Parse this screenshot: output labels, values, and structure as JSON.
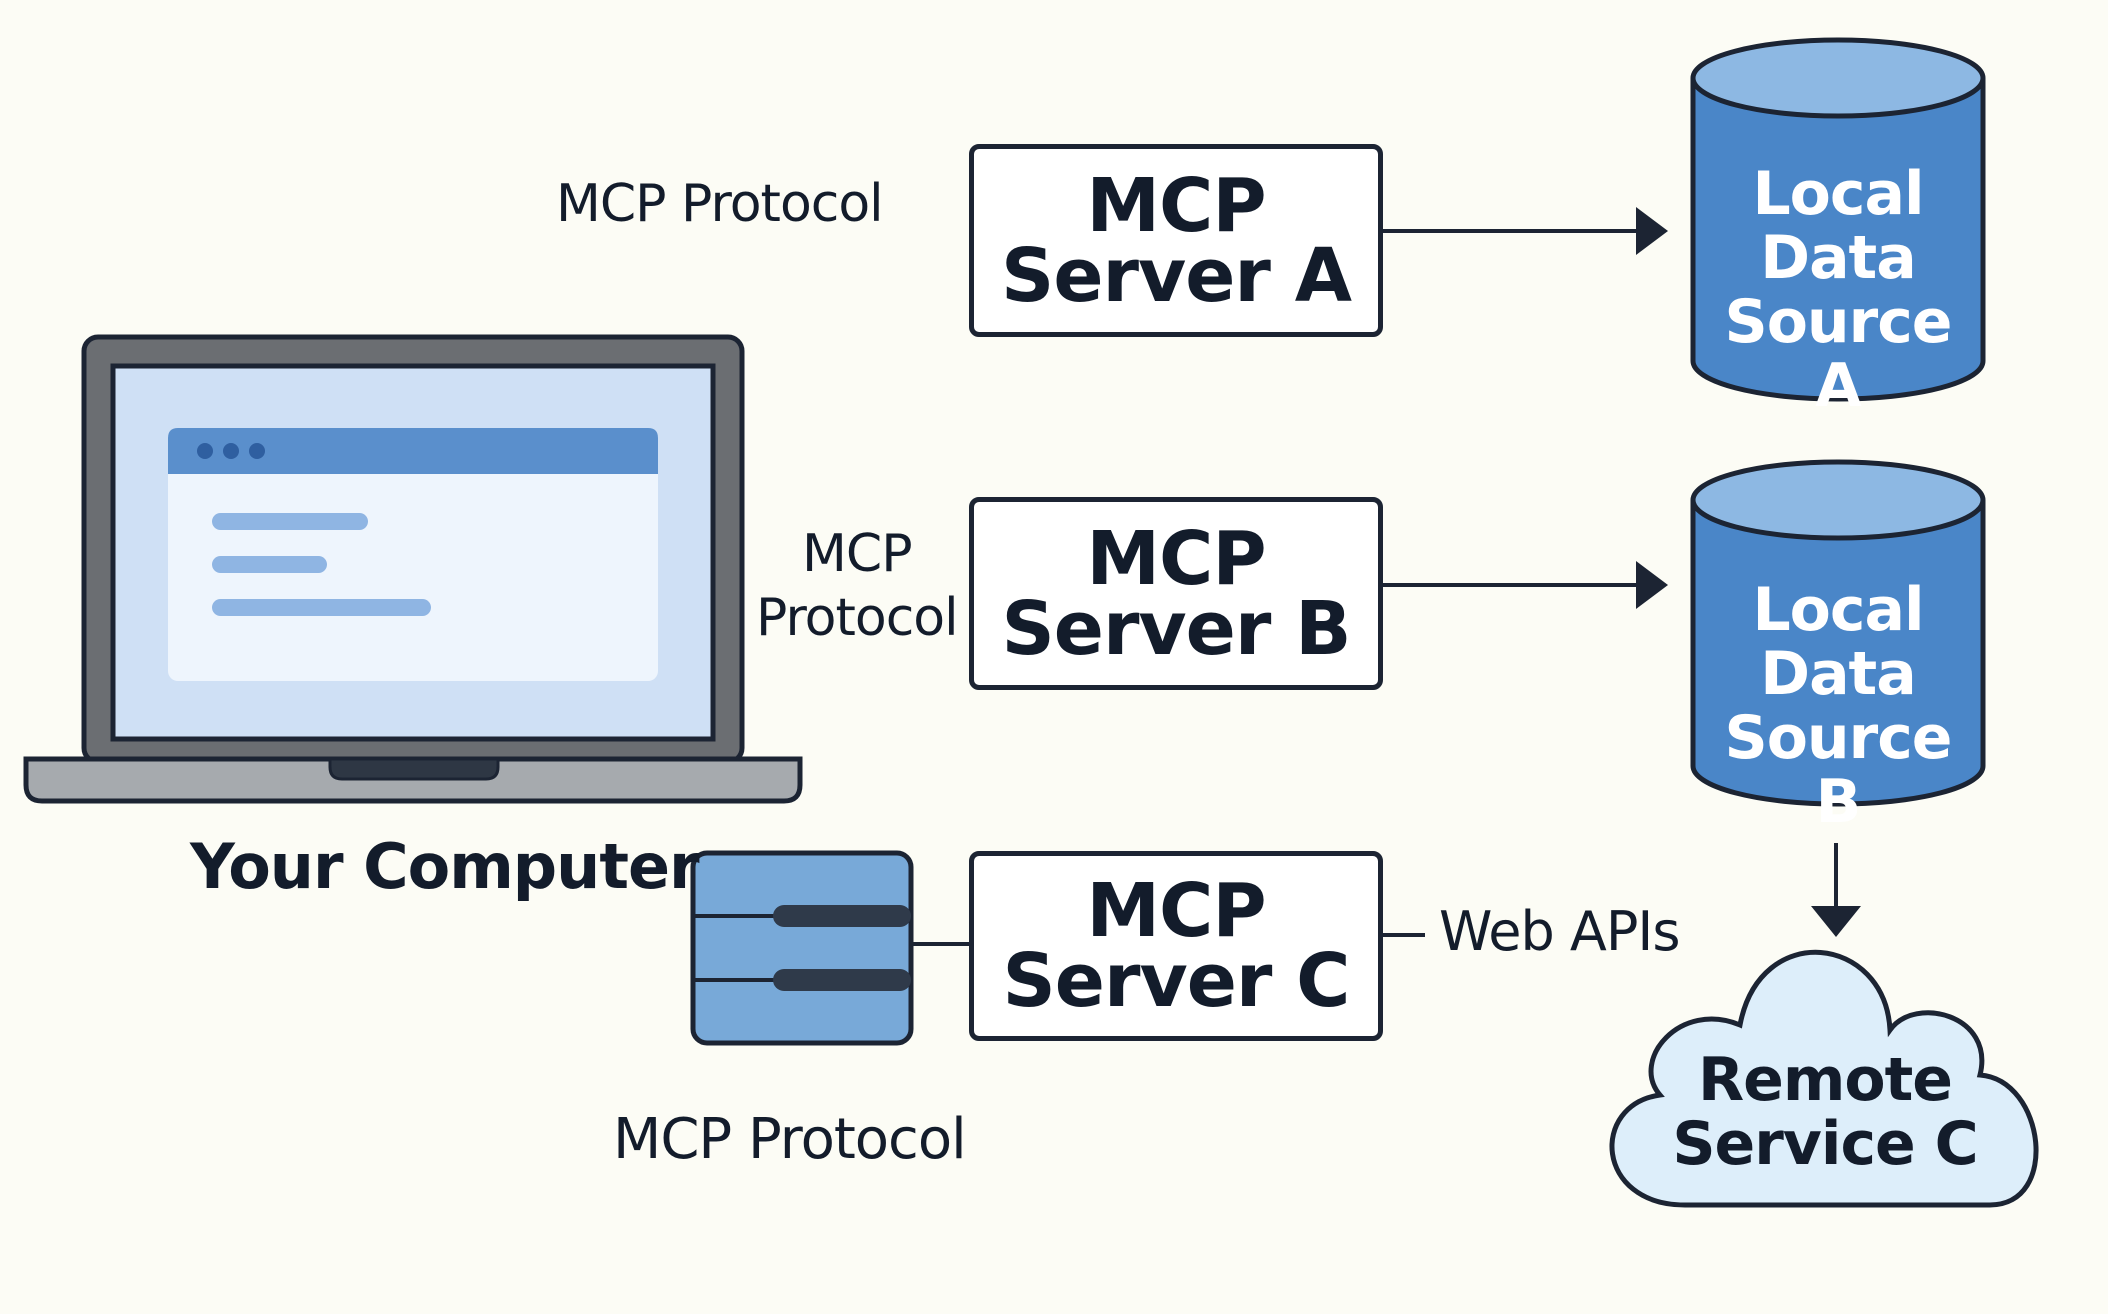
{
  "colors": {
    "background": "#fcfcf5",
    "outline": "#1c2433",
    "database_fill": "#4a86c8",
    "database_top": "#8db8e3",
    "cloud_fill": "#ddeefa",
    "laptop_screen": "#cfe0f5",
    "window_header": "#5a8fcc",
    "window_lines": "#8fb5e3",
    "rack_fill": "#78a9d8"
  },
  "labels": {
    "protocol_a": "MCP Protocol",
    "protocol_b_line1": "MCP",
    "protocol_b_line2": "Protocol",
    "protocol_c": "MCP Protocol",
    "your_computer": "Your Computer",
    "web_apis": "Web APIs"
  },
  "servers": [
    {
      "line1": "MCP",
      "line2": "Server A"
    },
    {
      "line1": "MCP",
      "line2": "Server B"
    },
    {
      "line1": "MCP",
      "line2": "Server C"
    }
  ],
  "data_sources": [
    {
      "line1": "Local",
      "line2": "Data",
      "line3": "Source A"
    },
    {
      "line1": "Local",
      "line2": "Data",
      "line3": "Source B"
    }
  ],
  "remote": {
    "line1": "Remote",
    "line2": "Service C"
  },
  "icons": {
    "laptop": "laptop-icon",
    "browser_window": "browser-window-icon",
    "server_rack": "server-rack-icon",
    "database": "database-icon",
    "cloud": "cloud-icon",
    "arrow": "arrow-right-icon"
  }
}
